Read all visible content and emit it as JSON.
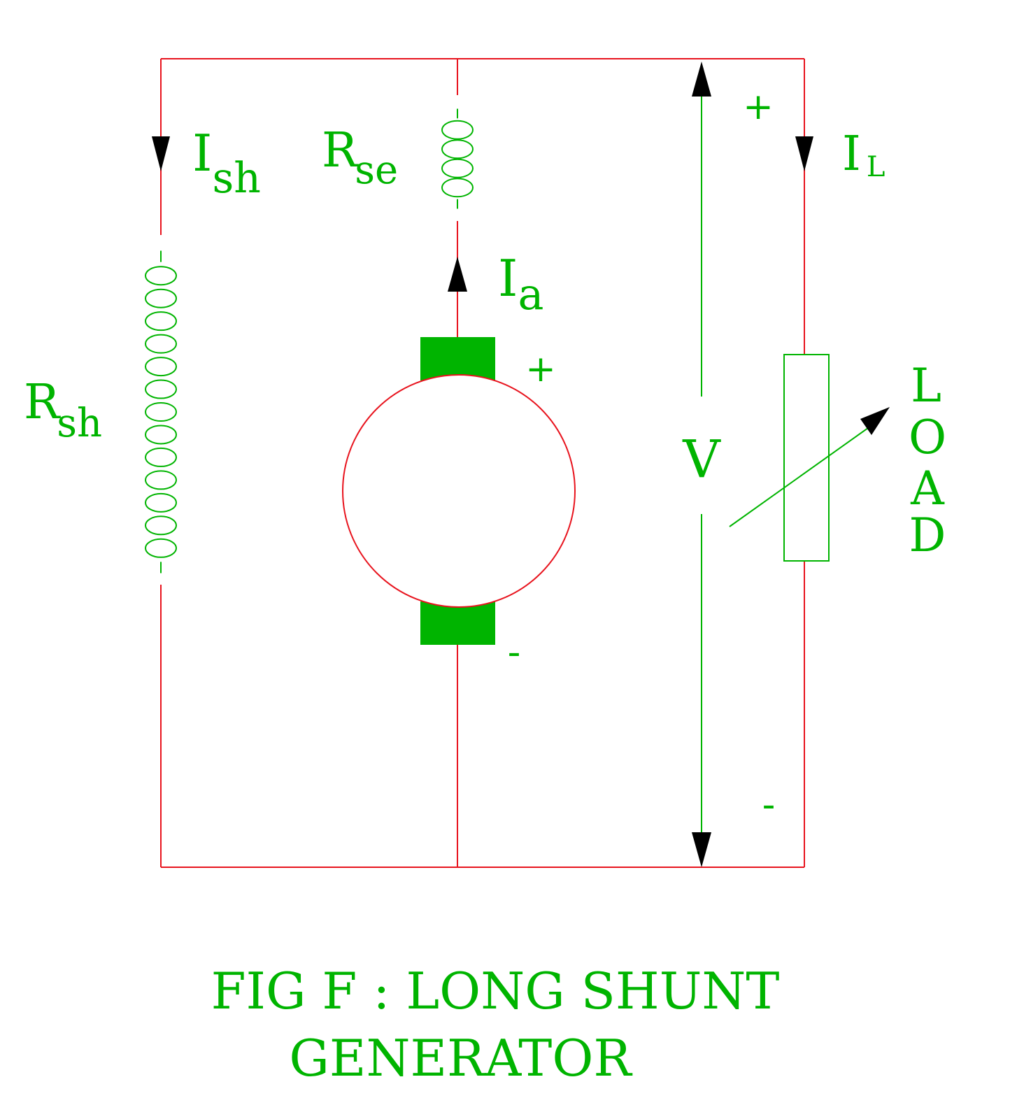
{
  "labels": {
    "shunt_current": {
      "main": "I",
      "sub": "sh"
    },
    "series_resistance": {
      "main": "R",
      "sub": "se"
    },
    "armature_current": {
      "main": "I",
      "sub": "a"
    },
    "load_current": {
      "main": "I",
      "sub": "L"
    },
    "shunt_resistance": {
      "main": "R",
      "sub": "sh"
    },
    "voltage": "V",
    "load_letters": [
      "L",
      "O",
      "A",
      "D"
    ],
    "armature_plus": "+",
    "armature_minus": "-",
    "terminal_plus": "+",
    "terminal_minus": "-"
  },
  "caption": {
    "line1": "FIG F : LONG SHUNT",
    "line2": "GENERATOR"
  },
  "colors": {
    "wire": "#e8141e",
    "component": "#00b400",
    "arrow": "#000000"
  }
}
